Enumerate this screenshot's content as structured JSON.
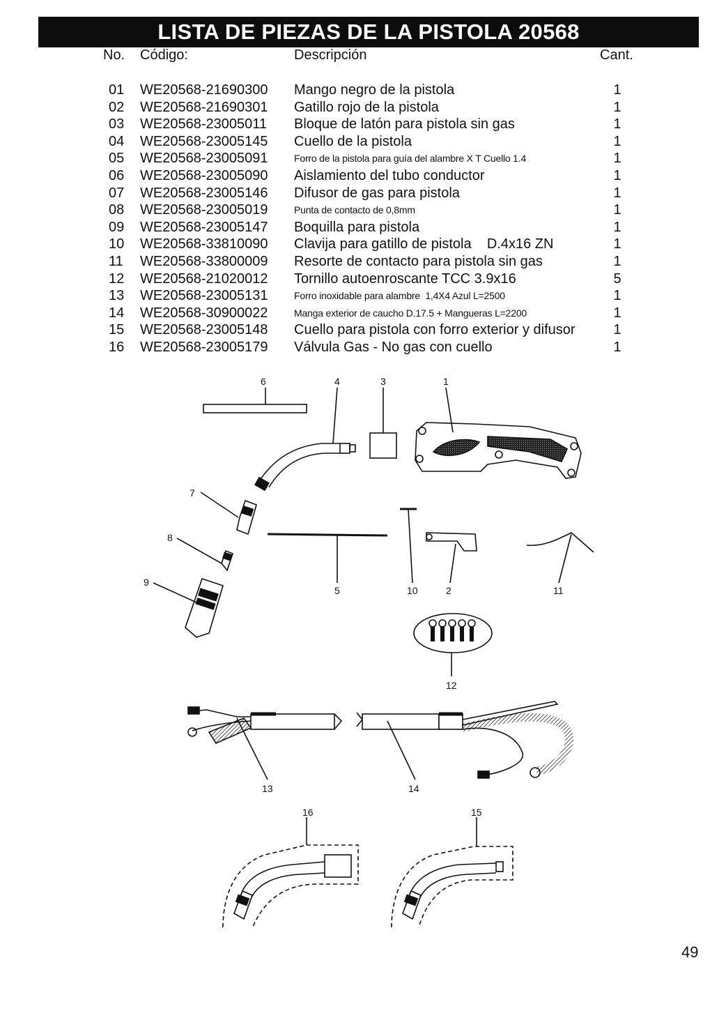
{
  "title": "LISTA DE PIEZAS DE LA PISTOLA 20568",
  "headers": {
    "no": "No.",
    "code": "Código:",
    "desc": "Descripción",
    "qty": "Cant."
  },
  "parts": [
    {
      "no": "01",
      "code": "WE20568-21690300",
      "desc": "Mango negro de la pistola",
      "qty": "1",
      "small": false
    },
    {
      "no": "02",
      "code": "WE20568-21690301",
      "desc": "Gatillo rojo de la pistola",
      "qty": "1",
      "small": false
    },
    {
      "no": "03",
      "code": "WE20568-23005011",
      "desc": "Bloque de latón para pistola sin gas",
      "qty": "1",
      "small": false
    },
    {
      "no": "04",
      "code": "WE20568-23005145",
      "desc": "Cuello de la pistola",
      "qty": "1",
      "small": false
    },
    {
      "no": "05",
      "code": "WE20568-23005091",
      "desc": "Forro de la pistola para guía del alambre X T Cuello 1.4",
      "qty": "1",
      "small": true
    },
    {
      "no": "06",
      "code": "WE20568-23005090",
      "desc": "Aislamiento del tubo conductor",
      "qty": "1",
      "small": false
    },
    {
      "no": "07",
      "code": "WE20568-23005146",
      "desc": "Difusor de gas para pistola",
      "qty": "1",
      "small": false
    },
    {
      "no": "08",
      "code": "WE20568-23005019",
      "desc": "Punta de contacto de 0,8mm",
      "qty": "1",
      "small": true
    },
    {
      "no": "09",
      "code": "WE20568-23005147",
      "desc": "Boquilla para pistola",
      "qty": "1",
      "small": false
    },
    {
      "no": "10",
      "code": "WE20568-33810090",
      "desc": "Clavija para gatillo de pistola    D.4x16 ZN",
      "qty": "1",
      "small": false
    },
    {
      "no": "11",
      "code": "WE20568-33800009",
      "desc": "Resorte de contacto para pistola sin gas",
      "qty": "1",
      "small": false
    },
    {
      "no": "12",
      "code": "WE20568-21020012",
      "desc": "Tornillo autoenroscante TCC 3.9x16",
      "qty": "5",
      "small": false
    },
    {
      "no": "13",
      "code": "WE20568-23005131",
      "desc": "Forro inoxidable para alambre  1,4X4 Azul L=2500",
      "qty": "1",
      "small": true
    },
    {
      "no": "14",
      "code": "WE20568-30900022",
      "desc": "Manga exterior de caucho D.17.5 + Mangueras L=2200",
      "qty": "1",
      "small": true
    },
    {
      "no": "15",
      "code": "WE20568-23005148",
      "desc": "Cuello para pistola con forro exterior y difusor",
      "qty": "1",
      "small": false
    },
    {
      "no": "16",
      "code": "WE20568-23005179",
      "desc": "Válvula Gas - No gas con cuello",
      "qty": "1",
      "small": false
    }
  ],
  "diagram_labels": {
    "l1": "1",
    "l2": "2",
    "l3": "3",
    "l4": "4",
    "l5": "5",
    "l6": "6",
    "l7": "7",
    "l8": "8",
    "l9": "9",
    "l10": "10",
    "l11": "11",
    "l12": "12",
    "l13": "13",
    "l14": "14",
    "l15": "15",
    "l16": "16"
  },
  "page_number": "49"
}
